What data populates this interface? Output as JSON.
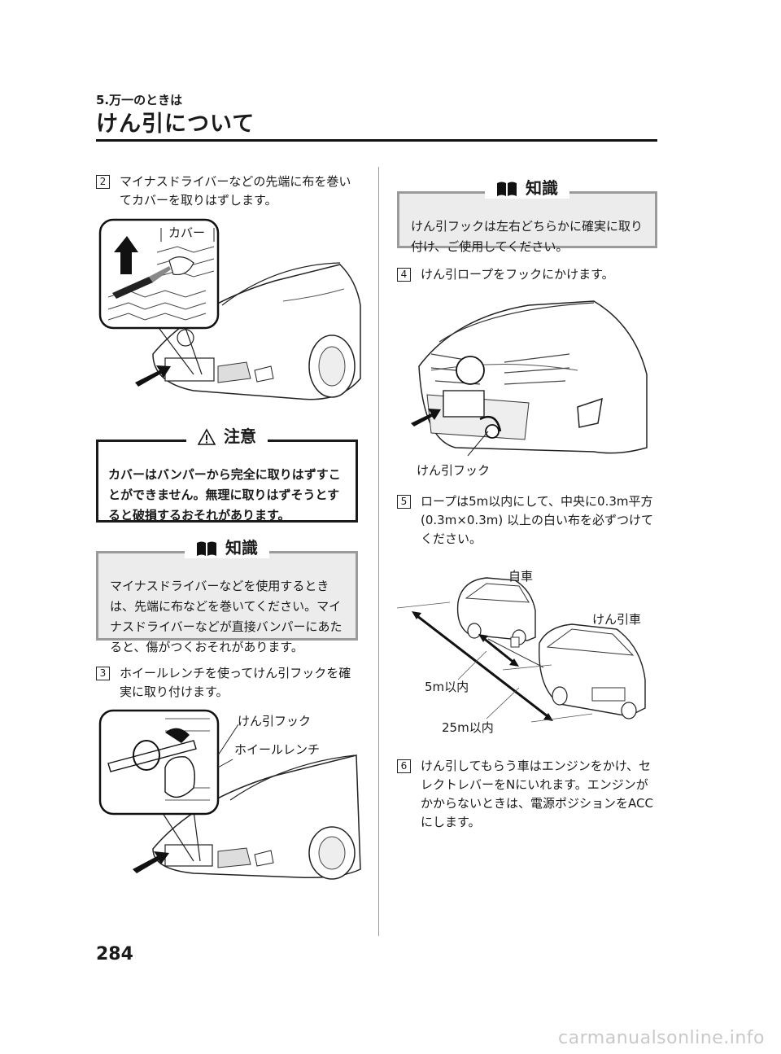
{
  "header": {
    "section": "5.万一のときは",
    "title": "けん引について"
  },
  "left": {
    "step2": {
      "num": "2",
      "text": "マイナスドライバーなどの先端に布を巻いてカバーを取りはずします。"
    },
    "fig1_label_cover": "カバー",
    "caution": {
      "title": "注意",
      "text": "カバーはバンパーから完全に取りはずすことができません。無理に取りはずそうとすると破損するおそれがあります。"
    },
    "note1": {
      "title": "知識",
      "text": "マイナスドライバーなどを使用するときは、先端に布などを巻いてください。マイナスドライバーなどが直接バンパーにあたると、傷がつくおそれがあります。"
    },
    "step3": {
      "num": "3",
      "text": "ホイールレンチを使ってけん引フックを確実に取り付けます。"
    },
    "fig2_label_hook": "けん引フック",
    "fig2_label_wrench": "ホイールレンチ"
  },
  "right": {
    "note2": {
      "title": "知識",
      "text": "けん引フックは左右どちらかに確実に取り付け、ご使用してください。"
    },
    "step4": {
      "num": "4",
      "text": "けん引ロープをフックにかけます。"
    },
    "fig3_label_hook": "けん引フック",
    "step5": {
      "num": "5",
      "text": "ロープは5m以内にして、中央に0.3m平方(0.3m×0.3m) 以上の白い布を必ずつけてください。"
    },
    "fig4": {
      "label_own": "自車",
      "label_tow": "けん引車",
      "label_5m": "5m以内",
      "label_25m": "25m以内"
    },
    "step6": {
      "num": "6",
      "text": "けん引してもらう車はエンジンをかけ、セレクトレバーをNにいれます。エンジンがかからないときは、電源ポジションをACCにします。"
    }
  },
  "footer": {
    "page_number": "284",
    "watermark": "carmanualsonline.info"
  }
}
